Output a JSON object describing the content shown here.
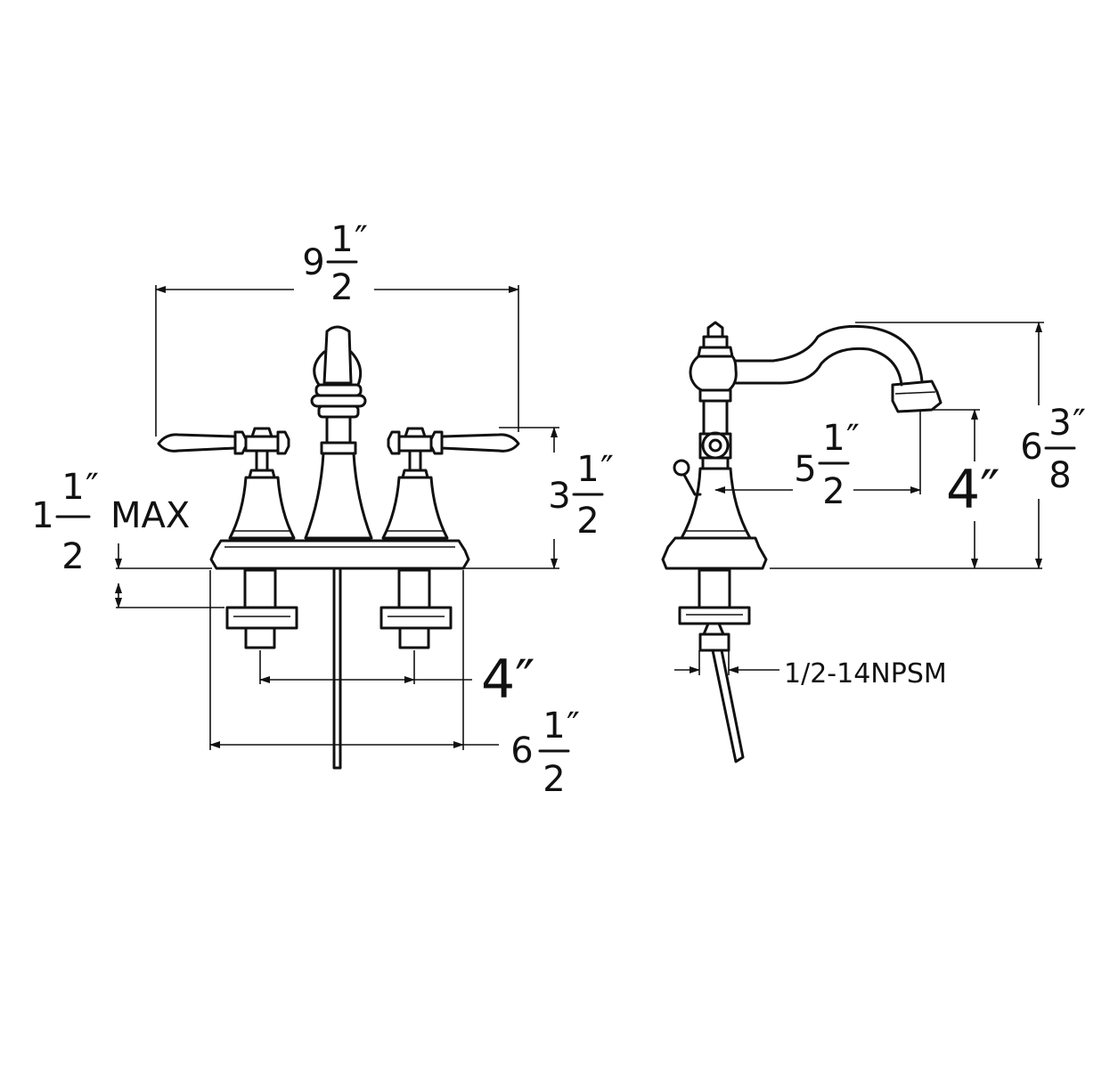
{
  "front_view": {
    "overall_width": {
      "whole": "9",
      "num": "1",
      "den": "2",
      "unit": "″"
    },
    "handle_height": {
      "whole": "3",
      "num": "1",
      "den": "2",
      "unit": "″"
    },
    "deck_thickness": {
      "whole": "1",
      "num": "1",
      "den": "2",
      "unit": "″",
      "suffix": "MAX"
    },
    "center_spacing": {
      "text": "4″"
    },
    "base_width": {
      "whole": "6",
      "num": "1",
      "den": "2",
      "unit": "″"
    }
  },
  "side_view": {
    "spout_reach": {
      "whole": "5",
      "num": "1",
      "den": "2",
      "unit": "″"
    },
    "spout_height": {
      "text": "4″"
    },
    "overall_height": {
      "whole": "6",
      "num": "3",
      "den": "8",
      "unit": "″"
    },
    "connection": {
      "text": "1/2-14NPSM"
    }
  }
}
